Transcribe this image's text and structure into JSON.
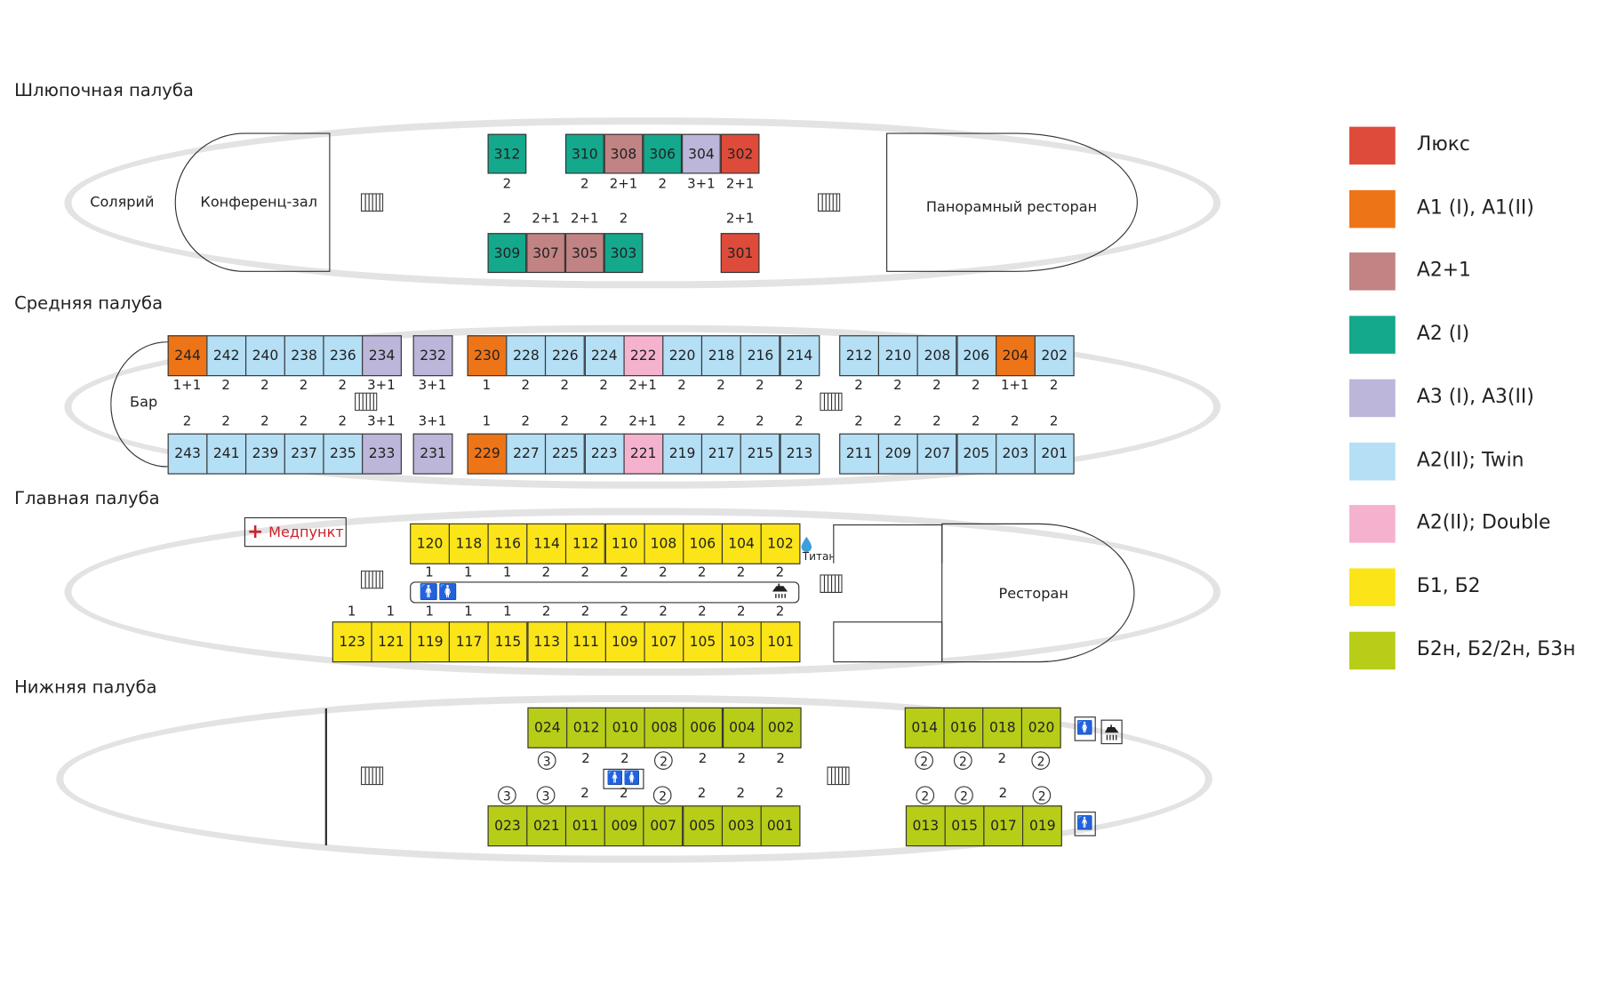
{
  "colors": {
    "lux": "#de4b3a",
    "a1": "#ee7418",
    "a2p1": "#c18384",
    "a2i": "#14a88d",
    "a3": "#bcb6da",
    "twin": "#b4dff5",
    "double": "#f5b2ce",
    "b": "#fbe518",
    "bn": "#b8cd18"
  },
  "decks": {
    "boat": {
      "title": "Шлюпочная палуба",
      "solarium": "Солярий",
      "conference": "Конференц-зал",
      "panorama": "Панорамный ресторан",
      "cabins": [
        {
          "n": "312",
          "cat": "a2i"
        },
        {
          "n": "310",
          "cat": "a2i"
        },
        {
          "n": "308",
          "cat": "a2p1"
        },
        {
          "n": "306",
          "cat": "a2i"
        },
        {
          "n": "304",
          "cat": "a3"
        },
        {
          "n": "302",
          "cat": "lux"
        },
        {
          "n": "309",
          "cat": "a2i"
        },
        {
          "n": "307",
          "cat": "a2p1"
        },
        {
          "n": "305",
          "cat": "a2p1"
        },
        {
          "n": "303",
          "cat": "a2i"
        },
        {
          "n": "301",
          "cat": "lux"
        }
      ],
      "caps_top": [
        "2",
        "2",
        "2+1",
        "2",
        "3+1",
        "2+1"
      ],
      "caps_bottom": [
        "2",
        "2+1",
        "2+1",
        "2",
        "2+1"
      ]
    },
    "middle": {
      "title": "Средняя палуба",
      "bar": "Бар",
      "cabins_top": [
        {
          "n": "244",
          "cat": "a1"
        },
        {
          "n": "242",
          "cat": "twin"
        },
        {
          "n": "240",
          "cat": "twin"
        },
        {
          "n": "238",
          "cat": "twin"
        },
        {
          "n": "236",
          "cat": "twin"
        },
        {
          "n": "234",
          "cat": "a3"
        },
        {
          "n": "232",
          "cat": "a3"
        },
        {
          "n": "230",
          "cat": "a1"
        },
        {
          "n": "228",
          "cat": "twin"
        },
        {
          "n": "226",
          "cat": "twin"
        },
        {
          "n": "224",
          "cat": "twin"
        },
        {
          "n": "222",
          "cat": "double"
        },
        {
          "n": "220",
          "cat": "twin"
        },
        {
          "n": "218",
          "cat": "twin"
        },
        {
          "n": "216",
          "cat": "twin"
        },
        {
          "n": "214",
          "cat": "twin"
        },
        {
          "n": "212",
          "cat": "twin"
        },
        {
          "n": "210",
          "cat": "twin"
        },
        {
          "n": "208",
          "cat": "twin"
        },
        {
          "n": "206",
          "cat": "twin"
        },
        {
          "n": "204",
          "cat": "a1"
        },
        {
          "n": "202",
          "cat": "twin"
        }
      ],
      "cabins_bottom": [
        {
          "n": "243",
          "cat": "twin"
        },
        {
          "n": "241",
          "cat": "twin"
        },
        {
          "n": "239",
          "cat": "twin"
        },
        {
          "n": "237",
          "cat": "twin"
        },
        {
          "n": "235",
          "cat": "twin"
        },
        {
          "n": "233",
          "cat": "a3"
        },
        {
          "n": "231",
          "cat": "a3"
        },
        {
          "n": "229",
          "cat": "a1"
        },
        {
          "n": "227",
          "cat": "twin"
        },
        {
          "n": "225",
          "cat": "twin"
        },
        {
          "n": "223",
          "cat": "twin"
        },
        {
          "n": "221",
          "cat": "double"
        },
        {
          "n": "219",
          "cat": "twin"
        },
        {
          "n": "217",
          "cat": "twin"
        },
        {
          "n": "215",
          "cat": "twin"
        },
        {
          "n": "213",
          "cat": "twin"
        },
        {
          "n": "211",
          "cat": "twin"
        },
        {
          "n": "209",
          "cat": "twin"
        },
        {
          "n": "207",
          "cat": "twin"
        },
        {
          "n": "205",
          "cat": "twin"
        },
        {
          "n": "203",
          "cat": "twin"
        },
        {
          "n": "201",
          "cat": "twin"
        }
      ],
      "caps_top": [
        "1+1",
        "2",
        "2",
        "2",
        "2",
        "3+1",
        "3+1",
        "1",
        "2",
        "2",
        "2",
        "2+1",
        "2",
        "2",
        "2",
        "2",
        "2",
        "2",
        "2",
        "2",
        "1+1",
        "2"
      ],
      "caps_bottom": [
        "2",
        "2",
        "2",
        "2",
        "2",
        "3+1",
        "3+1",
        "1",
        "2",
        "2",
        "2",
        "2+1",
        "2",
        "2",
        "2",
        "2",
        "2",
        "2",
        "2",
        "2",
        "2",
        "2"
      ]
    },
    "main": {
      "title": "Главная палуба",
      "medpunkt": "Медпункт",
      "titan": "Титан с горячей водой",
      "restaurant": "Ресторан",
      "cabins_top": [
        "120",
        "118",
        "116",
        "114",
        "112",
        "110",
        "108",
        "106",
        "104",
        "102"
      ],
      "cabins_bottom": [
        "123",
        "121",
        "119",
        "117",
        "115",
        "113",
        "111",
        "109",
        "107",
        "105",
        "103",
        "101"
      ],
      "caps_top": [
        "1",
        "1",
        "1",
        "2",
        "2",
        "2",
        "2",
        "2",
        "2",
        "2"
      ],
      "caps_bottom": [
        "1",
        "1",
        "1",
        "1",
        "1",
        "2",
        "2",
        "2",
        "2",
        "2",
        "2",
        "2"
      ]
    },
    "lower": {
      "title": "Нижняя палуба",
      "cabins_top_a": [
        "024",
        "012",
        "010",
        "008",
        "006",
        "004",
        "002"
      ],
      "cabins_top_b": [
        "014",
        "016",
        "018",
        "020"
      ],
      "cabins_bottom_a": [
        "023",
        "021",
        "011",
        "009",
        "007",
        "005",
        "003",
        "001"
      ],
      "cabins_bottom_b": [
        "013",
        "015",
        "017",
        "019"
      ],
      "caps_top_a": [
        "3",
        "2",
        "2",
        "2",
        "2",
        "2",
        "2"
      ],
      "caps_top_b": [
        "2",
        "2",
        "2",
        "2"
      ],
      "caps_bottom_a": [
        "3",
        "3",
        "2",
        "2",
        "2",
        "2",
        "2",
        "2"
      ],
      "caps_bottom_b": [
        "2",
        "2",
        "2",
        "2"
      ],
      "circled_top_a": [
        true,
        false,
        false,
        true,
        false,
        false,
        false
      ],
      "circled_top_b": [
        true,
        true,
        false,
        true
      ],
      "circled_bottom_a": [
        true,
        true,
        false,
        false,
        true,
        false,
        false,
        false
      ],
      "circled_bottom_b": [
        true,
        true,
        false,
        true
      ]
    }
  },
  "legend": [
    {
      "label": "Люкс",
      "cat": "lux"
    },
    {
      "label": "А1 (I), А1(II)",
      "cat": "a1"
    },
    {
      "label": "А2+1",
      "cat": "a2p1"
    },
    {
      "label": "А2 (I)",
      "cat": "a2i"
    },
    {
      "label": "А3 (I), А3(II)",
      "cat": "a3"
    },
    {
      "label": "А2(II); Twin",
      "cat": "twin"
    },
    {
      "label": "А2(II); Double",
      "cat": "double"
    },
    {
      "label": "Б1, Б2",
      "cat": "b"
    },
    {
      "label": "Б2н, Б2/2н, Б3н",
      "cat": "bn"
    }
  ],
  "icons": [
    "stairs-icon",
    "toilet-icon",
    "shower-icon",
    "first-aid-icon",
    "water-drop-icon"
  ]
}
